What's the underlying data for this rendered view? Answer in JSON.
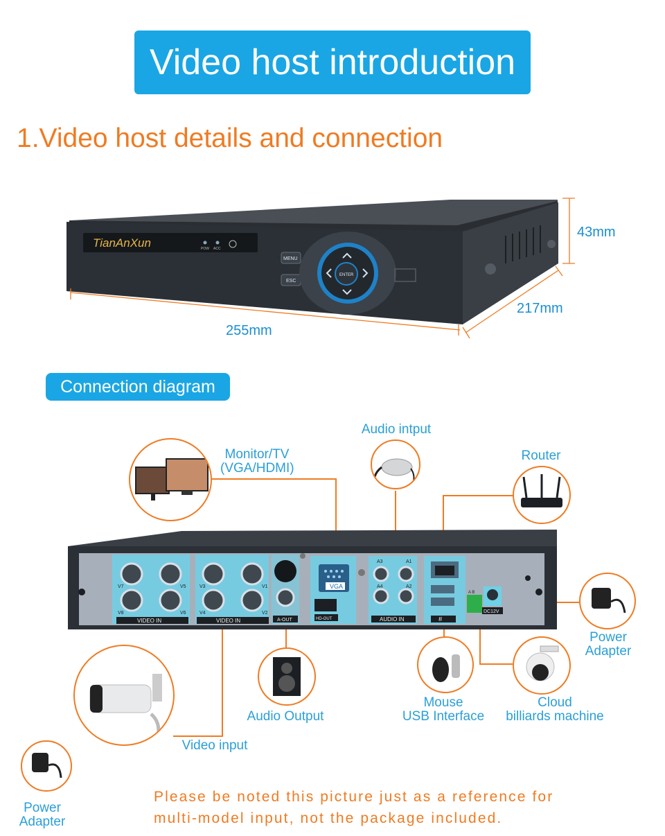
{
  "header": {
    "title": "Video host introduction"
  },
  "section": {
    "title": "1.Video host details and connection"
  },
  "dimensions": {
    "height": "43mm",
    "depth": "217mm",
    "width": "255mm"
  },
  "front_panel": {
    "brand": "TianAnXun",
    "leds": [
      "POW",
      "ACC"
    ],
    "buttons": {
      "menu": "MENU",
      "esc": "ESC",
      "enter": "ENTER"
    }
  },
  "diagram": {
    "title": "Connection diagram",
    "labels": {
      "monitor": [
        "Monitor/TV",
        "(VGA/HDMI)"
      ],
      "audio_input": "Audio intput",
      "router": "Router",
      "power_right": [
        "Power",
        "Adapter"
      ],
      "mouse": [
        "Mouse",
        "USB Interface"
      ],
      "cloud": [
        "Cloud",
        "billiards machine"
      ],
      "audio_output": "Audio Output",
      "video_input": "Video input",
      "power_left": [
        "Power",
        "Adapter"
      ]
    },
    "rear_panel": {
      "video_in": "VIDEO IN",
      "vga": "VGA",
      "hdout": "HD-OUT",
      "aout": "A-OUT",
      "audio_in": "AUDIO IN",
      "dc": "DC12V",
      "ab": "A  B",
      "channels_left": [
        "V7",
        "V5",
        "V8",
        "V6"
      ],
      "channels_mid": [
        "V3",
        "V1",
        "V4",
        "V2"
      ],
      "audio_channels": [
        "A3",
        "A1",
        "A4",
        "A2"
      ]
    }
  },
  "note": [
    "Please be noted this picture just as a reference for",
    "multi-model input, not the package included."
  ],
  "colors": {
    "accent_blue": "#1aa6e4",
    "accent_orange": "#ef7b22",
    "label_blue": "#2a9fd8"
  }
}
